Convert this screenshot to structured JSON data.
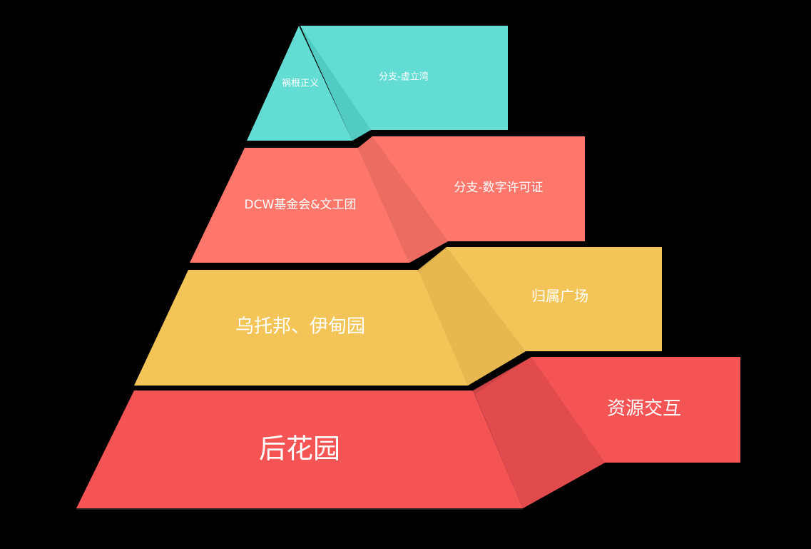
{
  "diagram": {
    "levels": [
      {
        "key": "top",
        "main_label": "祸根正义",
        "side_label": "分支-虚立湾",
        "color": "#63ddd4",
        "shade": "#4fc8c0"
      },
      {
        "key": "second",
        "main_label": "DCW基金会&文工团",
        "side_label": "分支-数字许可证",
        "color": "#ff776b",
        "shade": "#ea6a60"
      },
      {
        "key": "third",
        "main_label": "乌托邦、伊甸园",
        "side_label": "归属广场",
        "color": "#f3c559",
        "shade": "#e6b54f"
      },
      {
        "key": "bottom",
        "main_label": "后花园",
        "side_label": "资源交互",
        "color": "#f45454",
        "shade": "#e04a4c"
      }
    ]
  }
}
